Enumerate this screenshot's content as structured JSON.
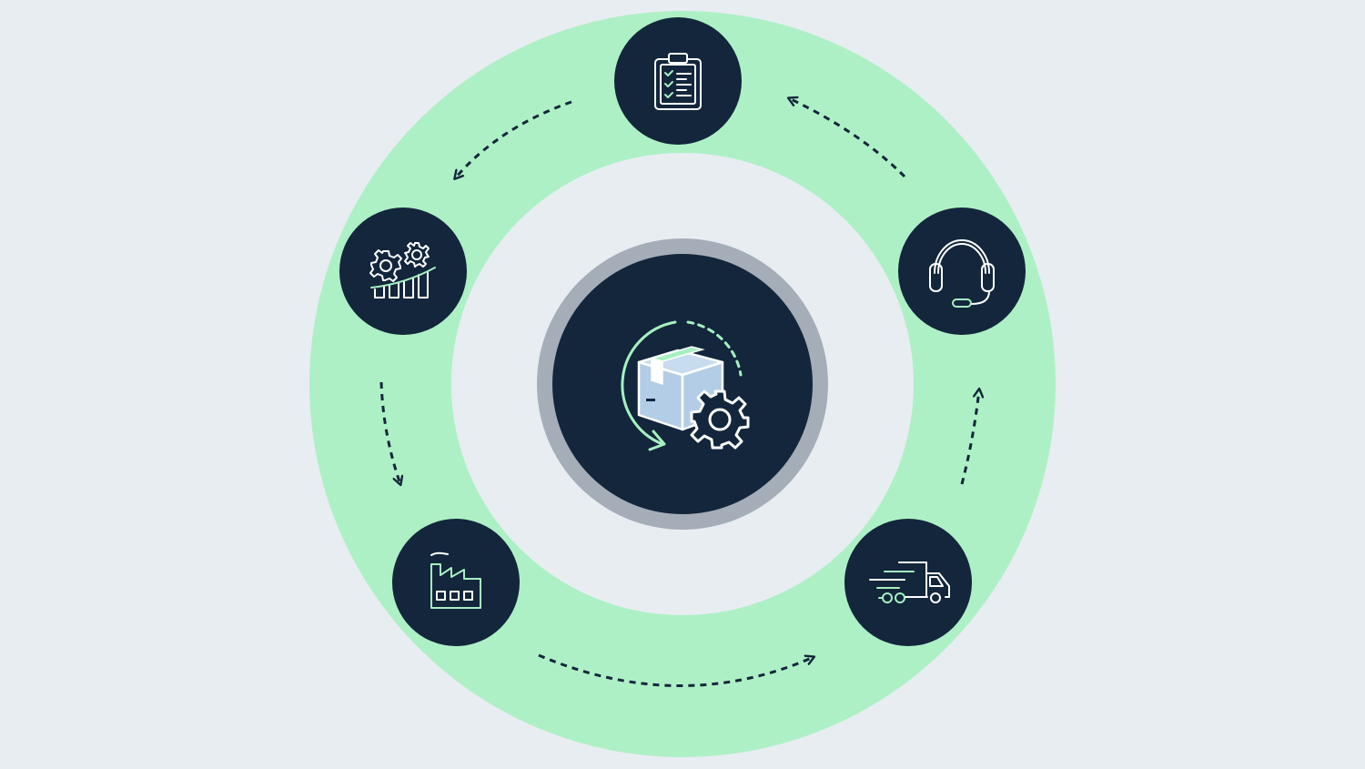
{
  "diagram": {
    "type": "cycle",
    "colors": {
      "background": "#e8edf2",
      "ring": "#aef0c6",
      "inner_fill": "#e8edf2",
      "node_fill": "#13263c",
      "center_halo": "#a5adb8",
      "icon_stroke": "#ffffff",
      "icon_accent": "#a6f0c0",
      "box_fill": "#b4cde6",
      "arrow": "#13263c"
    },
    "center": {
      "icon": "package-gear-cycle-icon"
    },
    "nodes": [
      {
        "id": "plan",
        "icon": "clipboard-checklist-icon"
      },
      {
        "id": "support",
        "icon": "headset-icon"
      },
      {
        "id": "deliver",
        "icon": "delivery-truck-icon"
      },
      {
        "id": "manufacture",
        "icon": "factory-icon"
      },
      {
        "id": "optimize",
        "icon": "gears-growth-chart-icon"
      }
    ],
    "flow_direction": "counter-clockwise",
    "arrows": [
      {
        "from": "plan",
        "to": "optimize"
      },
      {
        "from": "optimize",
        "to": "manufacture"
      },
      {
        "from": "manufacture",
        "to": "deliver"
      },
      {
        "from": "deliver",
        "to": "support"
      },
      {
        "from": "support",
        "to": "plan"
      }
    ]
  }
}
